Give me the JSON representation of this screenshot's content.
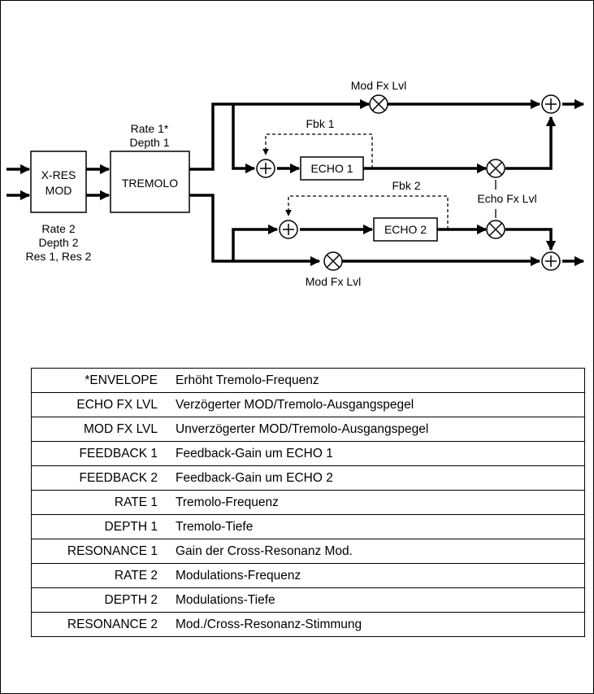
{
  "diagram": {
    "blocks": {
      "xres_line1": "X-RES",
      "xres_line2": "MOD",
      "tremolo": "TREMOLO",
      "echo1": "ECHO 1",
      "echo2": "ECHO 2"
    },
    "labels": {
      "rate1": "Rate 1*",
      "depth1": "Depth 1",
      "rate2": "Rate 2",
      "depth2": "Depth 2",
      "res": "Res 1, Res 2",
      "mod_fx_top": "Mod Fx Lvl",
      "mod_fx_bottom": "Mod Fx Lvl",
      "fbk1": "Fbk 1",
      "fbk2": "Fbk 2",
      "echo_fx": "Echo Fx Lvl"
    }
  },
  "table": {
    "rows": [
      {
        "name": "*ENVELOPE",
        "desc": "Erhöht Tremolo-Frequenz"
      },
      {
        "name": "ECHO FX LVL",
        "desc": "Verzögerter MOD/Tremolo-Ausgangspegel"
      },
      {
        "name": "MOD FX LVL",
        "desc": "Unverzögerter MOD/Tremolo-Ausgangspegel"
      },
      {
        "name": "FEEDBACK 1",
        "desc": "Feedback-Gain um ECHO 1"
      },
      {
        "name": "FEEDBACK 2",
        "desc": "Feedback-Gain um ECHO 2"
      },
      {
        "name": "RATE 1",
        "desc": "Tremolo-Frequenz"
      },
      {
        "name": "DEPTH 1",
        "desc": "Tremolo-Tiefe"
      },
      {
        "name": "RESONANCE 1",
        "desc": "Gain der Cross-Resonanz Mod."
      },
      {
        "name": "RATE 2",
        "desc": "Modulations-Frequenz"
      },
      {
        "name": "DEPTH 2",
        "desc": "Modulations-Tiefe"
      },
      {
        "name": "RESONANCE 2",
        "desc": "Mod./Cross-Resonanz-Stimmung"
      }
    ]
  }
}
